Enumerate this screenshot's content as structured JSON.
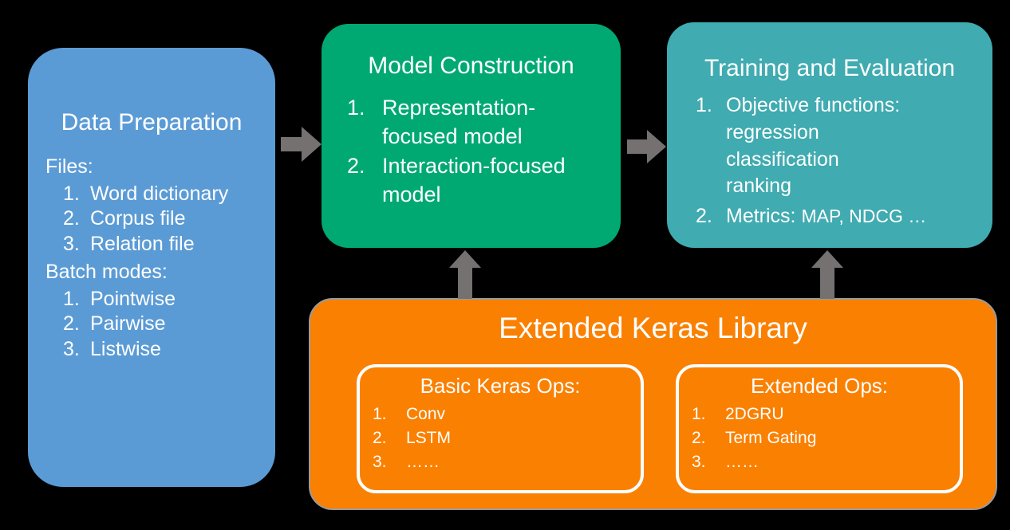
{
  "colors": {
    "background": "#000000",
    "data_prep": "#5B9BD5",
    "model_construction": "#00A972",
    "training_evaluation": "#40ABB0",
    "keras_library": "#FA8002",
    "arrow": "#757171",
    "text": "#FFFFFF",
    "subbox_border": "#FFFFFF"
  },
  "data_prep": {
    "title": "Data Preparation",
    "files_label": "Files:",
    "files": [
      {
        "num": "1.",
        "text": "Word dictionary"
      },
      {
        "num": "2.",
        "text": "Corpus file"
      },
      {
        "num": "3.",
        "text": "Relation file"
      }
    ],
    "batch_label": "Batch modes:",
    "batch_modes": [
      {
        "num": "1.",
        "text": "Pointwise"
      },
      {
        "num": "2.",
        "text": "Pairwise"
      },
      {
        "num": "3.",
        "text": "Listwise"
      }
    ]
  },
  "model_construction": {
    "title": "Model Construction",
    "items": [
      {
        "num": "1.",
        "text": "Representation-focused model"
      },
      {
        "num": "2.",
        "text": "Interaction-focused model"
      }
    ]
  },
  "training_evaluation": {
    "title": "Training and Evaluation",
    "item1_num": "1.",
    "item1_text": "Objective functions:",
    "objectives": [
      "regression",
      "classification",
      "ranking"
    ],
    "item2_num": "2.",
    "item2_text": "Metrics:",
    "item2_tail": "MAP, NDCG …"
  },
  "keras_library": {
    "title": "Extended Keras Library",
    "subboxes": [
      {
        "title": "Basic Keras Ops:",
        "items": [
          {
            "num": "1.",
            "text": "Conv"
          },
          {
            "num": "2.",
            "text": "LSTM"
          },
          {
            "num": "3.",
            "text": "……"
          }
        ]
      },
      {
        "title": "Extended Ops:",
        "items": [
          {
            "num": "1.",
            "text": "2DGRU"
          },
          {
            "num": "2.",
            "text": "Term Gating"
          },
          {
            "num": "3.",
            "text": "……"
          }
        ]
      }
    ]
  },
  "arrows": [
    {
      "name": "data-prep-to-model",
      "direction": "right"
    },
    {
      "name": "model-to-training",
      "direction": "right"
    },
    {
      "name": "keras-to-model",
      "direction": "up"
    },
    {
      "name": "keras-to-training",
      "direction": "up"
    }
  ]
}
